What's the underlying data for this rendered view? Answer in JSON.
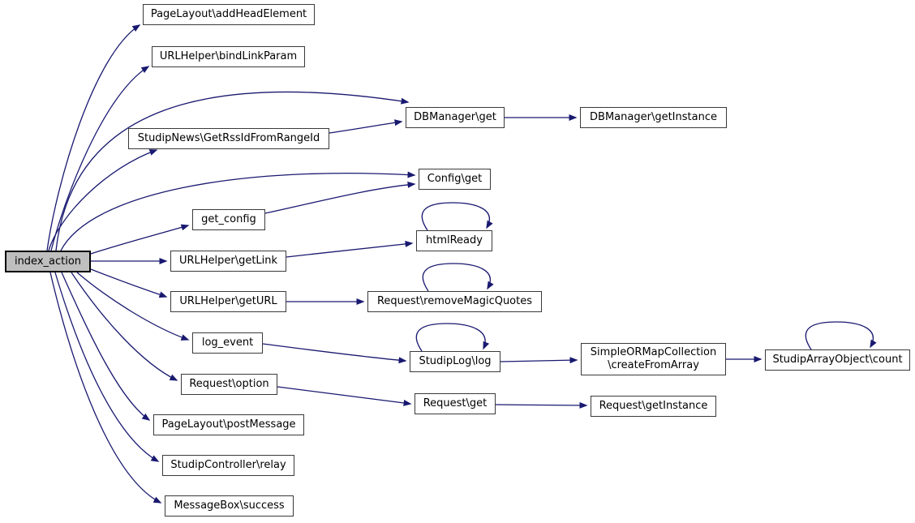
{
  "diagram": {
    "type": "call-graph",
    "background_color": "#ffffff",
    "edge_color": "#191970",
    "node_border_color": "#3a3a3a",
    "highlight_node_fill": "#bfbfbf",
    "nodes": {
      "index_action": {
        "label": "index_action"
      },
      "addHeadElement": {
        "label": "PageLayout\\addHeadElement"
      },
      "bindLinkParam": {
        "label": "URLHelper\\bindLinkParam"
      },
      "getRssIdFromRangeId": {
        "label": "StudipNews\\GetRssIdFromRangeId"
      },
      "dbmanagerGet": {
        "label": "DBManager\\get"
      },
      "dbmanagerGetInstance": {
        "label": "DBManager\\getInstance"
      },
      "configGet": {
        "label": "Config\\get"
      },
      "getConfig": {
        "label": "get_config"
      },
      "htmlReady": {
        "label": "htmlReady"
      },
      "urlhelperGetLink": {
        "label": "URLHelper\\getLink"
      },
      "urlhelperGetURL": {
        "label": "URLHelper\\getURL"
      },
      "removeMagicQuotes": {
        "label": "Request\\removeMagicQuotes"
      },
      "logEvent": {
        "label": "log_event"
      },
      "studipLogLog": {
        "label": "StudipLog\\log"
      },
      "createFromArray": {
        "line1": "SimpleORMapCollection",
        "line2": "\\createFromArray"
      },
      "studipArrayObjectCount": {
        "label": "StudipArrayObject\\count"
      },
      "requestOption": {
        "label": "Request\\option"
      },
      "requestGet": {
        "label": "Request\\get"
      },
      "requestGetInstance": {
        "label": "Request\\getInstance"
      },
      "postMessage": {
        "label": "PageLayout\\postMessage"
      },
      "studipControllerRelay": {
        "label": "StudipController\\relay"
      },
      "messageBoxSuccess": {
        "label": "MessageBox\\success"
      }
    },
    "edges": [
      {
        "from": "index_action",
        "to": "PageLayout\\addHeadElement"
      },
      {
        "from": "index_action",
        "to": "URLHelper\\bindLinkParam"
      },
      {
        "from": "index_action",
        "to": "DBManager\\get"
      },
      {
        "from": "index_action",
        "to": "StudipNews\\GetRssIdFromRangeId"
      },
      {
        "from": "index_action",
        "to": "Config\\get"
      },
      {
        "from": "index_action",
        "to": "get_config"
      },
      {
        "from": "index_action",
        "to": "URLHelper\\getLink"
      },
      {
        "from": "index_action",
        "to": "URLHelper\\getURL"
      },
      {
        "from": "index_action",
        "to": "log_event"
      },
      {
        "from": "index_action",
        "to": "Request\\option"
      },
      {
        "from": "index_action",
        "to": "PageLayout\\postMessage"
      },
      {
        "from": "index_action",
        "to": "StudipController\\relay"
      },
      {
        "from": "index_action",
        "to": "MessageBox\\success"
      },
      {
        "from": "StudipNews\\GetRssIdFromRangeId",
        "to": "DBManager\\get"
      },
      {
        "from": "DBManager\\get",
        "to": "DBManager\\getInstance"
      },
      {
        "from": "get_config",
        "to": "Config\\get"
      },
      {
        "from": "URLHelper\\getLink",
        "to": "htmlReady"
      },
      {
        "from": "URLHelper\\getURL",
        "to": "Request\\removeMagicQuotes"
      },
      {
        "from": "log_event",
        "to": "StudipLog\\log"
      },
      {
        "from": "StudipLog\\log",
        "to": "SimpleORMapCollection\\createFromArray"
      },
      {
        "from": "SimpleORMapCollection\\createFromArray",
        "to": "StudipArrayObject\\count"
      },
      {
        "from": "Request\\option",
        "to": "Request\\get"
      },
      {
        "from": "Request\\get",
        "to": "Request\\getInstance"
      },
      {
        "from": "htmlReady",
        "to": "htmlReady"
      },
      {
        "from": "Request\\removeMagicQuotes",
        "to": "Request\\removeMagicQuotes"
      },
      {
        "from": "StudipLog\\log",
        "to": "StudipLog\\log"
      },
      {
        "from": "StudipArrayObject\\count",
        "to": "StudipArrayObject\\count"
      }
    ]
  }
}
